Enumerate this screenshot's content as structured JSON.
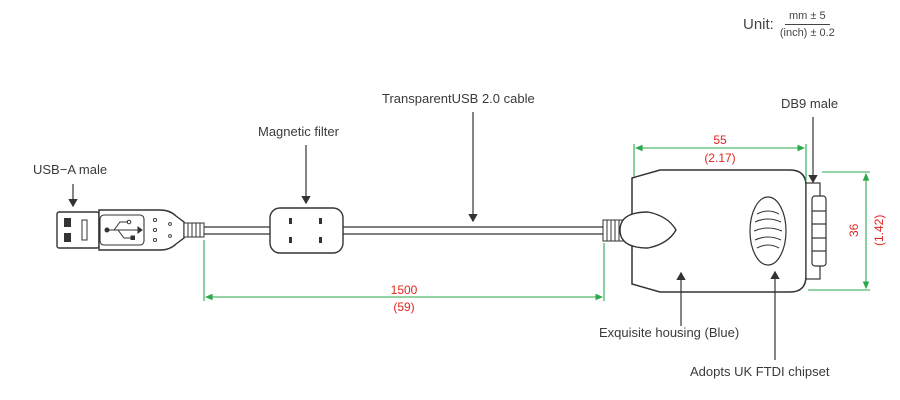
{
  "unit": {
    "label": "Unit:",
    "numerator": "mm ± 5",
    "denominator": "(inch) ± 0.2"
  },
  "labels": {
    "usb_a": "USB−A male",
    "magnetic_filter": "Magnetic filter",
    "cable": "TransparentUSB 2.0 cable",
    "db9": "DB9 male",
    "housing": "Exquisite housing (Blue)",
    "chipset": "Adopts UK FTDI chipset"
  },
  "dimensions": {
    "cable_length_mm": "1500",
    "cable_length_in": "(59)",
    "housing_length_mm": "55",
    "housing_length_in": "(2.17)",
    "housing_height_mm": "36",
    "housing_height_in": "(1.42)"
  },
  "colors": {
    "dimension_line": "#2aa84a",
    "dimension_text": "#e0261f",
    "outline": "#333333"
  }
}
